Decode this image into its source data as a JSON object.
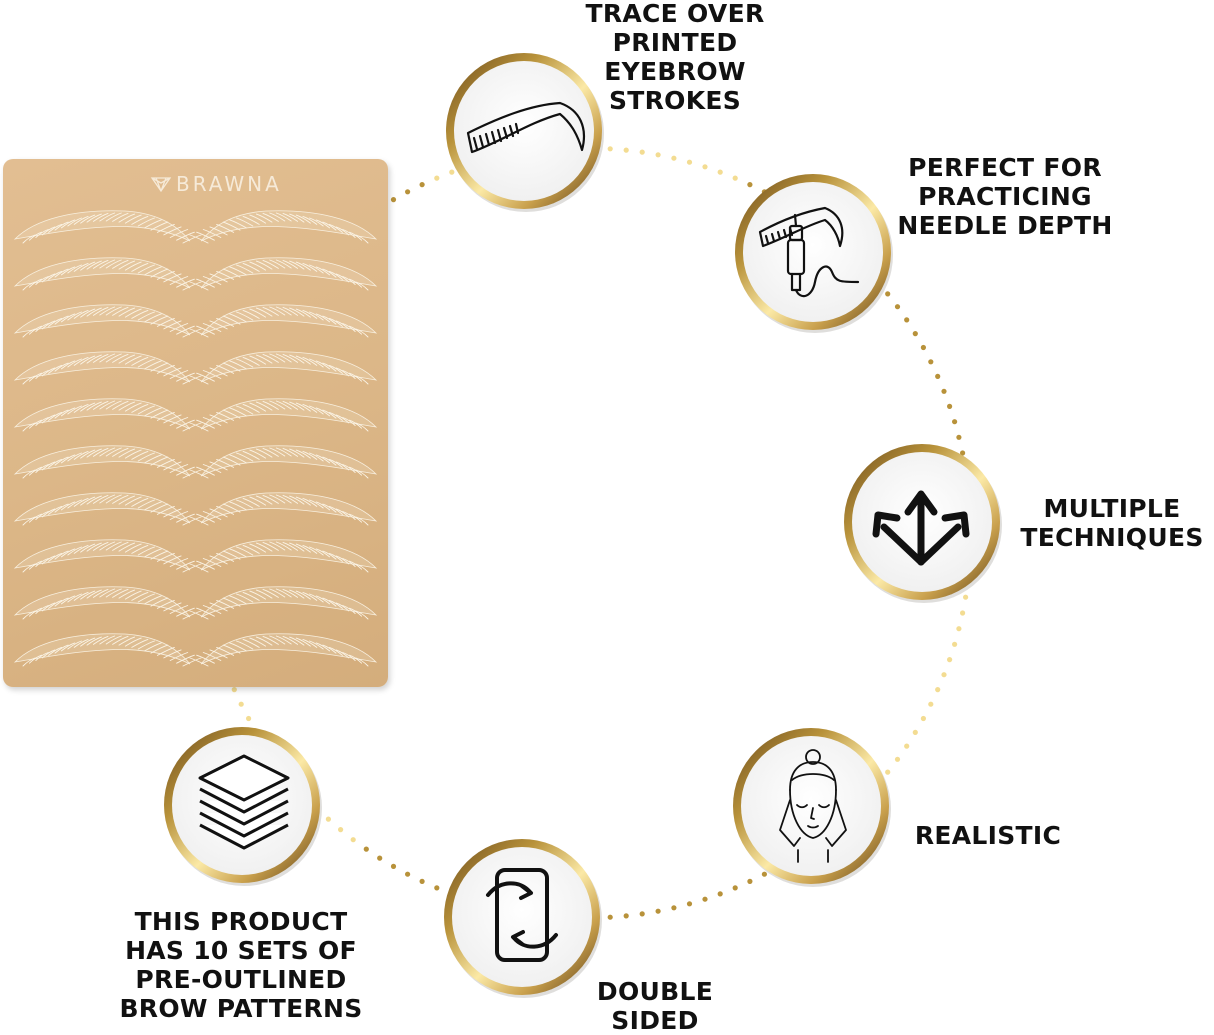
{
  "brand": {
    "name": "BRAWNA"
  },
  "colors": {
    "gold": "#b8923a",
    "gold_light": "#f3dc92",
    "ink": "#111111",
    "pad": "#dcb788"
  },
  "features": [
    {
      "id": "trace",
      "icon": "eyebrow-stroke-icon",
      "lines": [
        "TRACE OVER",
        "PRINTED",
        "EYEBROW",
        "STROKES"
      ]
    },
    {
      "id": "needle",
      "icon": "tattoo-pen-icon",
      "lines": [
        "PERFECT FOR",
        "PRACTICING",
        "NEEDLE DEPTH"
      ]
    },
    {
      "id": "techniques",
      "icon": "three-arrows-icon",
      "lines": [
        "MULTIPLE",
        "TECHNIQUES"
      ]
    },
    {
      "id": "realistic",
      "icon": "face-icon",
      "lines": [
        "REALISTIC"
      ]
    },
    {
      "id": "double",
      "icon": "flip-sides-icon",
      "lines": [
        "DOUBLE",
        "SIDED"
      ]
    },
    {
      "id": "sets",
      "icon": "layers-icon",
      "lines": [
        "THIS PRODUCT",
        "HAS 10 SETS OF",
        "PRE-OUTLINED",
        "BROW PATTERNS"
      ]
    }
  ]
}
